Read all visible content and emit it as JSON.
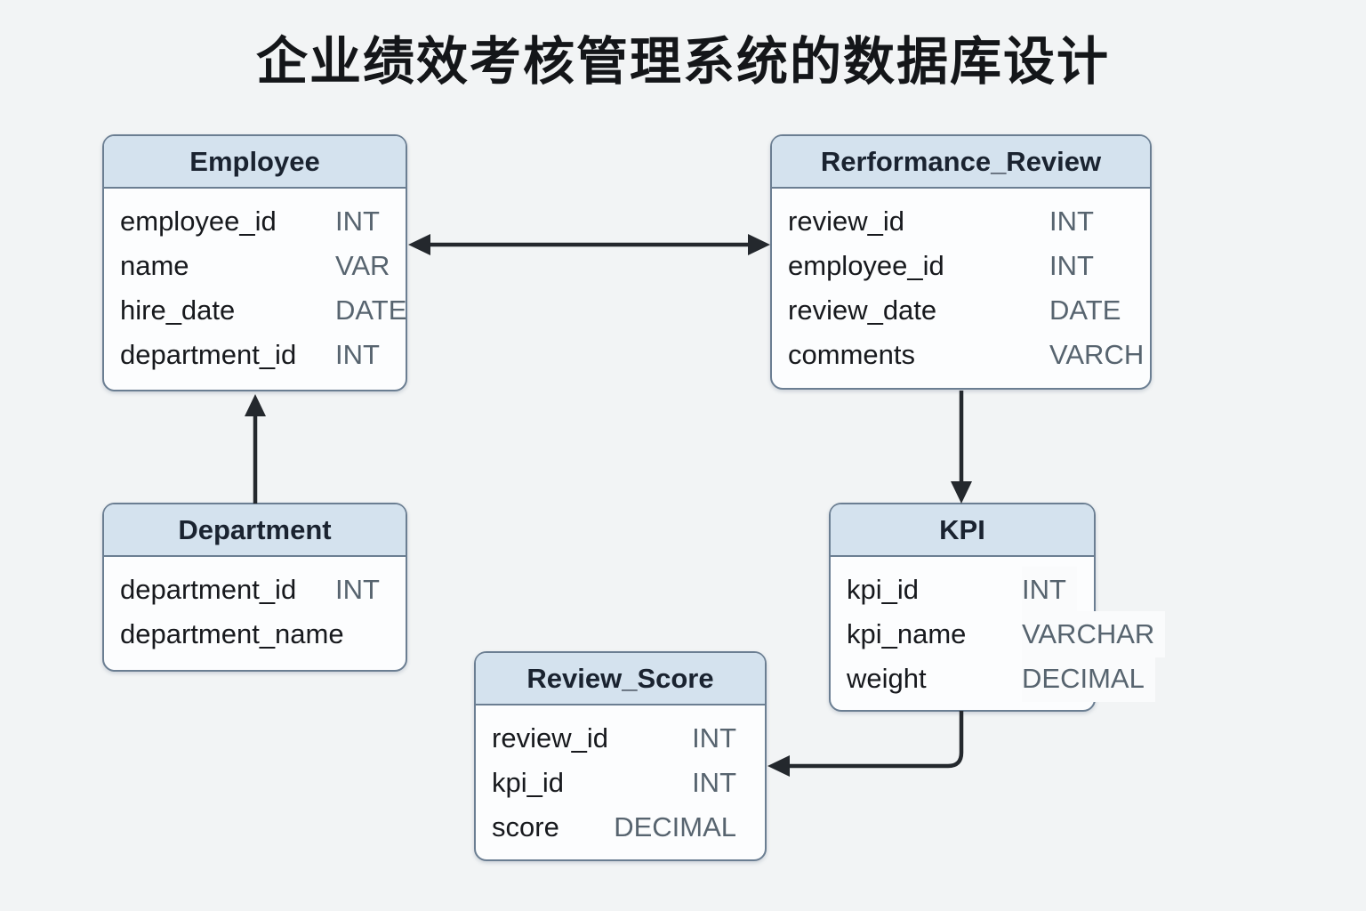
{
  "title": "企业绩效考核管理系统的数据库设计",
  "colors": {
    "background": "#f2f4f5",
    "entity_body_fill": "#fcfdfe",
    "entity_header_fill": "#d4e2ee",
    "entity_border": "#6b7e92",
    "field_name_text": "#17191d",
    "field_type_text": "#57646f",
    "arrow": "#24282d",
    "title_text": "#141619"
  },
  "tables": {
    "employee": {
      "name": "Employee",
      "fields": [
        {
          "name": "employee_id",
          "type": "INT"
        },
        {
          "name": "name",
          "type": "VAR"
        },
        {
          "name": "hire_date",
          "type": "DATE"
        },
        {
          "name": "department_id",
          "type": "INT"
        }
      ]
    },
    "performance_review": {
      "name": "Rerformance_Review",
      "fields": [
        {
          "name": "review_id",
          "type": "INT"
        },
        {
          "name": "employee_id",
          "type": "INT"
        },
        {
          "name": "review_date",
          "type": "DATE"
        },
        {
          "name": "comments",
          "type": "VARCH"
        }
      ]
    },
    "department": {
      "name": "Department",
      "fields": [
        {
          "name": "department_id",
          "type": "INT"
        },
        {
          "name": "department_name",
          "type": ""
        }
      ]
    },
    "kpi": {
      "name": "KPI",
      "fields": [
        {
          "name": "kpi_id",
          "type": "INT"
        },
        {
          "name": "kpi_name",
          "type": "VARCHAR"
        },
        {
          "name": "weight",
          "type": "DECIMAL"
        }
      ]
    },
    "review_score": {
      "name": "Review_Score",
      "fields": [
        {
          "name": "review_id",
          "type": "INT"
        },
        {
          "name": "kpi_id",
          "type": "INT"
        },
        {
          "name": "score",
          "type": "DECIMAL"
        }
      ]
    }
  },
  "relationships": [
    {
      "from": "Employee",
      "to": "Rerformance_Review",
      "arrow": "both-ends"
    },
    {
      "from": "Department",
      "to": "Employee",
      "arrow": "into-employee-bottom"
    },
    {
      "from": "Rerformance_Review",
      "to": "KPI",
      "arrow": "into-kpi-top"
    },
    {
      "from": "KPI",
      "to": "Review_Score",
      "arrow": "into-review-score-right"
    }
  ]
}
